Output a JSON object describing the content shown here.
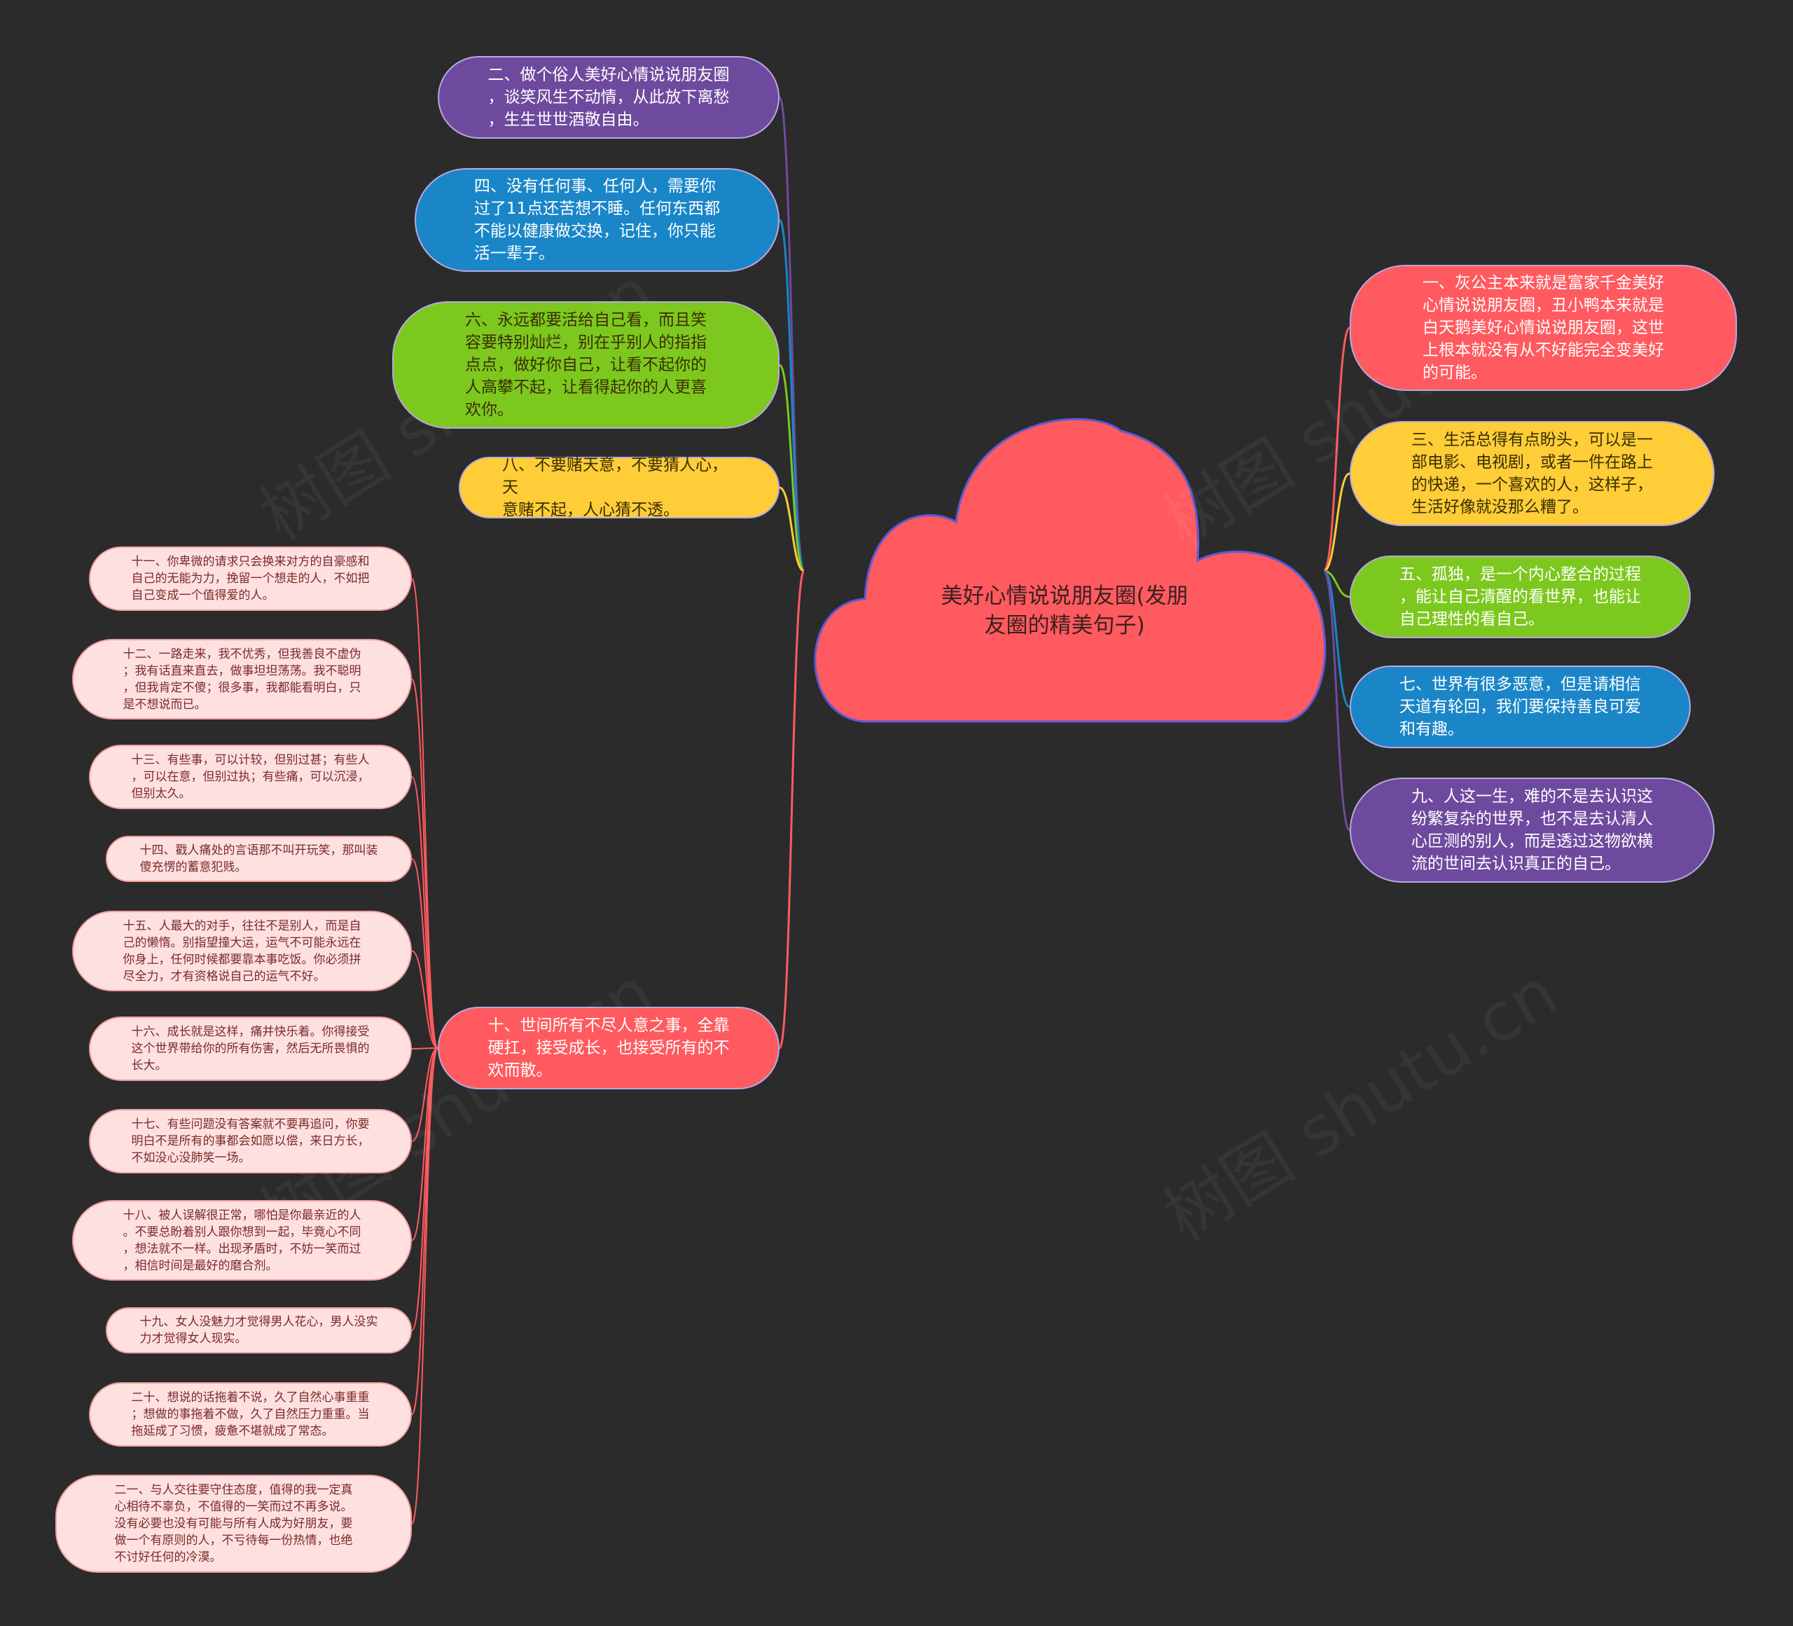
{
  "center": {
    "title": "美好心情说说朋友圈(发朋\n友圈的精美句子)",
    "color": "#ff5a5f"
  },
  "right_nodes": [
    {
      "text": "一、灰公主本来就是富家千金美好\n心情说说朋友圈，丑小鸭本来就是\n白天鹅美好心情说说朋友圈，这世\n上根本就没有从不好能完全变美好\n的可能。",
      "color": "#ff5a5f",
      "text_color": "#ffffff"
    },
    {
      "text": "三、生活总得有点盼头，可以是一\n部电影、电视剧，或者一件在路上\n的快递，一个喜欢的人，这样子，\n生活好像就没那么糟了。",
      "color": "#ffcd38",
      "text_color": "#3a2e00"
    },
    {
      "text": "五、孤独，是一个内心整合的过程\n，能让自己清醒的看世界，也能让\n自己理性的看自己。",
      "color": "#7dc81f",
      "text_color": "#ffffff"
    },
    {
      "text": "七、世界有很多恶意，但是请相信\n天道有轮回，我们要保持善良可爱\n和有趣。",
      "color": "#1a86c8",
      "text_color": "#ffffff"
    },
    {
      "text": "九、人这一生，难的不是去认识这\n纷繁复杂的世界，也不是去认清人\n心叵测的别人，而是透过这物欲横\n流的世间去认识真正的自己。",
      "color": "#6e4a9e",
      "text_color": "#ffffff"
    }
  ],
  "left_nodes": [
    {
      "text": "二、做个俗人美好心情说说朋友圈\n，谈笑风生不动情，从此放下离愁\n，生生世世酒敬自由。",
      "color": "#6e4a9e",
      "text_color": "#ffffff"
    },
    {
      "text": "四、没有任何事、任何人，需要你\n过了11点还苦想不睡。任何东西都\n不能以健康做交换，记住，你只能\n活一辈子。",
      "color": "#1a86c8",
      "text_color": "#ffffff"
    },
    {
      "text": "六、永远都要活给自己看，而且笑\n容要特别灿烂，别在乎别人的指指\n点点，做好你自己，让看不起你的\n人高攀不起，让看得起你的人更喜\n欢你。",
      "color": "#7dc81f",
      "text_color": "#3a2e00"
    },
    {
      "text": "八、不要赌天意，不要猜人心，天\n意赌不起，人心猜不透。",
      "color": "#ffcd38",
      "text_color": "#3a2e00"
    },
    {
      "text": "十、世间所有不尽人意之事，全靠\n硬扛，接受成长，也接受所有的不\n欢而散。",
      "color": "#ff5a5f",
      "text_color": "#ffffff"
    }
  ],
  "leaves": [
    "十一、你卑微的请求只会换来对方的自豪感和\n自己的无能为力，挽留一个想走的人，不如把\n自己变成一个值得爱的人。",
    "十二、一路走来，我不优秀，但我善良不虚伪\n；我有话直来直去，做事坦坦荡荡。我不聪明\n，但我肯定不傻；很多事，我都能看明白，只\n是不想说而已。",
    "十三、有些事，可以计较，但别过甚；有些人\n，可以在意，但别过执；有些痛，可以沉浸，\n但别太久。",
    "十四、戳人痛处的言语那不叫开玩笑，那叫装\n傻充愣的蓄意犯贱。",
    "十五、人最大的对手，往往不是别人，而是自\n己的懒惰。别指望撞大运，运气不可能永远在\n你身上，任何时候都要靠本事吃饭。你必须拼\n尽全力，才有资格说自己的运气不好。",
    "十六、成长就是这样，痛并快乐着。你得接受\n这个世界带给你的所有伤害，然后无所畏惧的\n长大。",
    "十七、有些问题没有答案就不要再追问，你要\n明白不是所有的事都会如愿以偿，来日方长，\n不如没心没肺笑一场。",
    "十八、被人误解很正常，哪怕是你最亲近的人\n。不要总盼着别人跟你想到一起，毕竟心不同\n，想法就不一样。出现矛盾时，不妨一笑而过\n，相信时间是最好的磨合剂。",
    "十九、女人没魅力才觉得男人花心，男人没实\n力才觉得女人现实。",
    "二十、想说的话拖着不说，久了自然心事重重\n；想做的事拖着不做，久了自然压力重重。当\n拖延成了习惯，疲惫不堪就成了常态。",
    "二一、与人交往要守住态度，值得的我一定真\n心相待不辜负，不值得的一笑而过不再多说。\n没有必要也没有可能与所有人成为好朋友，要\n做一个有原则的人，不亏待每一份热情，也绝\n不讨好任何的冷漠。"
  ],
  "leaf_color": "#ffe0e0",
  "link_color_red": "#ff5a5f"
}
